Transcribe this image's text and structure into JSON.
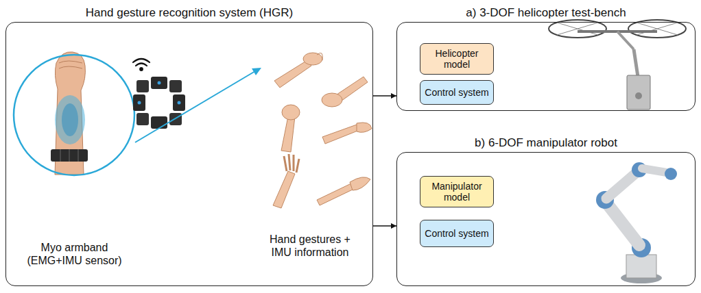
{
  "diagram": {
    "nodes": [
      {
        "text": [
          "Hand gesture recognition system (HGR)"
        ]
      },
      {
        "text": [
          "a) 3-DOF helicopter test-bench"
        ]
      },
      {
        "text": [
          "Helicopter model"
        ],
        "in": 1
      },
      {
        "text": [
          "Control system"
        ],
        "in": 1
      },
      {
        "text": [
          "b) 6-DOF manipulator robot"
        ]
      },
      {
        "text": [
          "Manipulator model"
        ],
        "in": 4
      },
      {
        "text": [
          "Control system"
        ],
        "in": 4
      }
    ],
    "edges": [
      {
        "from": 0,
        "to": 1,
        "arrow": "to"
      },
      {
        "from": 0,
        "to": 4,
        "arrow": "to"
      }
    ],
    "labels": [
      "Myo armband (EMG+IMU sensor)",
      "Hand gestures + IMU information"
    ]
  }
}
